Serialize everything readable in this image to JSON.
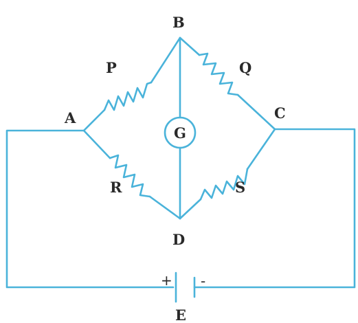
{
  "diagram": {
    "nodes": {
      "A": "A",
      "B": "B",
      "C": "C",
      "D": "D"
    },
    "resistors": {
      "P": "P",
      "Q": "Q",
      "R": "R",
      "S": "S"
    },
    "galvanometer": "G",
    "battery": {
      "label": "E",
      "positive": "+",
      "negative": "-"
    },
    "colors": {
      "wire": "#4ab3da",
      "text": "#2a2a2a"
    }
  }
}
